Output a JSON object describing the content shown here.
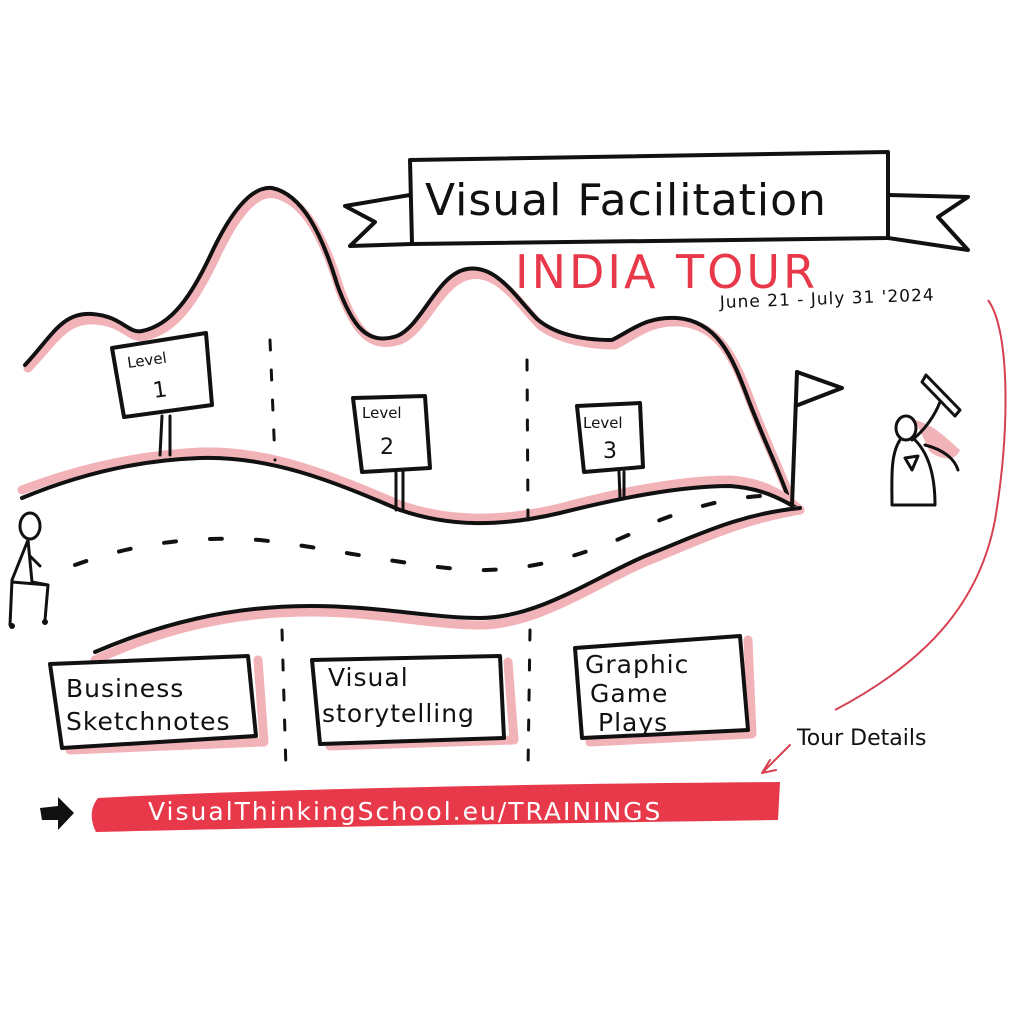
{
  "banner": {
    "title": "Visual Facilitation",
    "subtitle": "INDIA TOUR",
    "dates": "June 21 - July 31 '2024"
  },
  "levels": [
    {
      "label": "Level",
      "number": "1"
    },
    {
      "label": "Level",
      "number": "2"
    },
    {
      "label": "Level",
      "number": "3"
    }
  ],
  "trainings": [
    {
      "line1": "Business",
      "line2": "Sketchnotes",
      "line3": ""
    },
    {
      "line1": "Visual",
      "line2": "storytelling",
      "line3": ""
    },
    {
      "line1": "Graphic",
      "line2": "Game",
      "line3": "Plays"
    }
  ],
  "link": {
    "url": "VisualThinkingSchool.eu/TRAININGS",
    "annotation": "Tour Details"
  },
  "icons": {
    "start": "walking-person-icon",
    "finish": "flag-icon",
    "facilitator": "superhero-with-marker-icon",
    "pointer": "pointing-hand-icon"
  },
  "colors": {
    "ink": "#111111",
    "accent_red": "#e8394a",
    "shade_pink": "#f2b3b8",
    "background": "#ffffff"
  }
}
